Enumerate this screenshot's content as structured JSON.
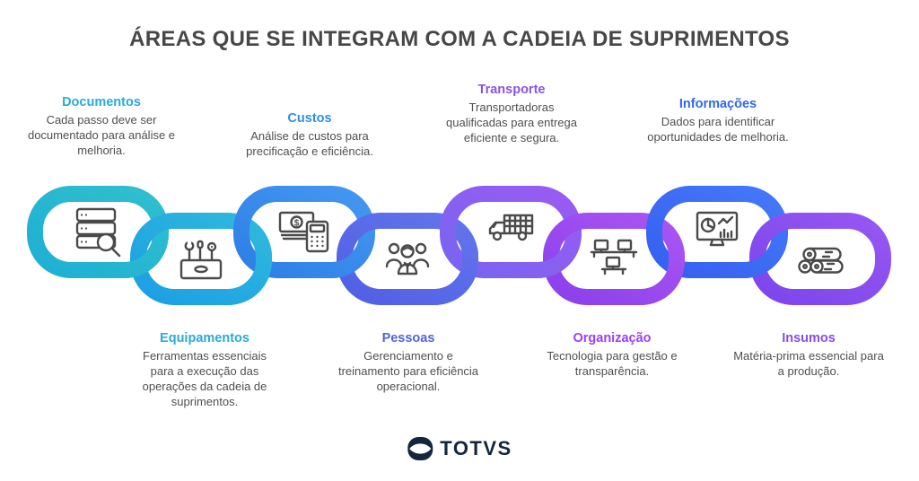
{
  "title": "ÁREAS QUE SE INTEGRAM COM A CADEIA DE SUPRIMENTOS",
  "title_color": "#474747",
  "body_color": "#4f4f4f",
  "icon_color": "#4a4a4a",
  "brand": {
    "logo_text": "TOTVS",
    "logo_color": "#14263E"
  },
  "icons": {
    "dollar_symbol": "$"
  },
  "areas": [
    {
      "title": "Documentos",
      "description": "Cada passo deve ser documentado para análise e melhoria.",
      "title_color": "#29ABD8",
      "ring_gradient": [
        "#30BFCE",
        "#1FAFD4"
      ],
      "icon": "server-search-icon",
      "label_position": "above"
    },
    {
      "title": "Equipamentos",
      "description": "Ferramentas essenciais para a execução das operações da cadeia de suprimentos.",
      "title_color": "#29ABD8",
      "ring_gradient": [
        "#2FB9DC",
        "#1C9FE4"
      ],
      "icon": "toolbox-icon",
      "label_position": "below"
    },
    {
      "title": "Custos",
      "description": "Análise de custos para precificação e eficiência.",
      "title_color": "#2E90E2",
      "ring_gradient": [
        "#4497F0",
        "#2E7FE6"
      ],
      "icon": "money-calculator-icon",
      "label_position": "above"
    },
    {
      "title": "Pessoas",
      "description": "Gerenciamento e treinamento para eficiência operacional.",
      "title_color": "#5063DF",
      "ring_gradient": [
        "#6274EC",
        "#5160E4"
      ],
      "icon": "team-icon",
      "label_position": "below"
    },
    {
      "title": "Transporte",
      "description": "Transportadoras qualificadas para entrega eficiente e segura.",
      "title_color": "#8A53E6",
      "ring_gradient": [
        "#9A5BF3",
        "#7865EF"
      ],
      "icon": "truck-icon",
      "label_position": "above"
    },
    {
      "title": "Organização",
      "description": "Tecnologia para gestão e transparência.",
      "title_color": "#9B3FF0",
      "ring_gradient": [
        "#A955F3",
        "#8C40EB"
      ],
      "icon": "workstations-icon",
      "label_position": "below"
    },
    {
      "title": "Informações",
      "description": "Dados para identificar oportunidades de melhoria.",
      "title_color": "#2F68E8",
      "ring_gradient": [
        "#4478F8",
        "#3560F0"
      ],
      "icon": "analytics-monitor-icon",
      "label_position": "above"
    },
    {
      "title": "Insumos",
      "description": "Matéria-prima essencial para a produção.",
      "title_color": "#8A4BEF",
      "ring_gradient": [
        "#9657F2",
        "#7C45EC"
      ],
      "icon": "logs-icon",
      "label_position": "below"
    }
  ]
}
